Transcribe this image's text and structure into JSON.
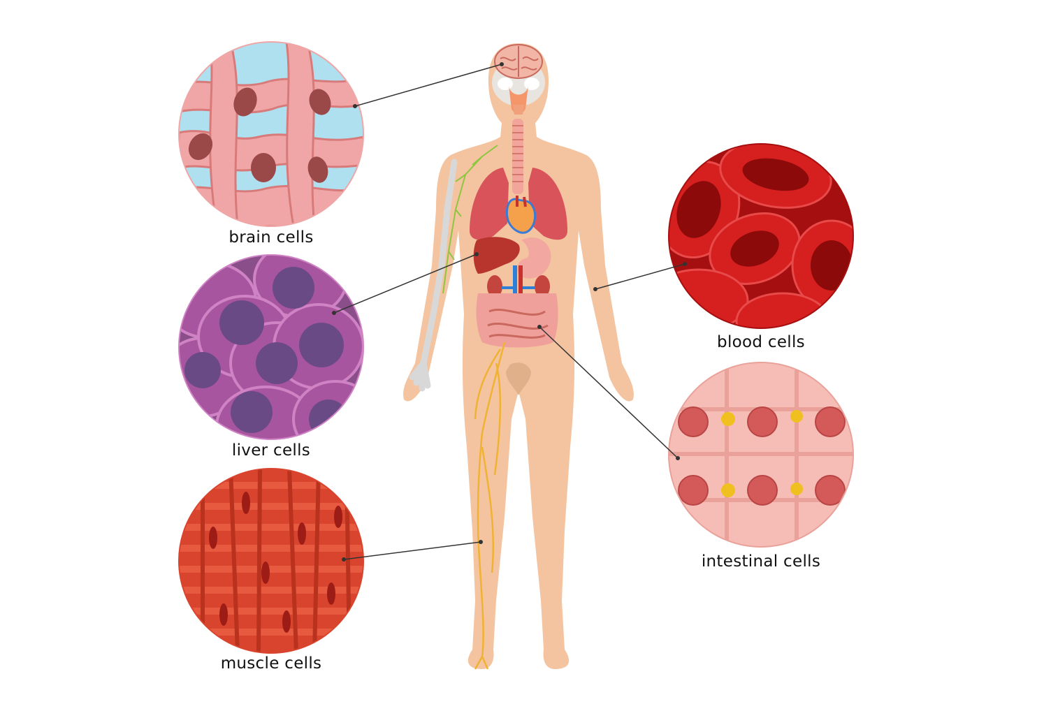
{
  "labels": {
    "brain": "brain cells",
    "liver": "liver cells",
    "muscle": "muscle cells",
    "blood": "blood cells",
    "intestinal": "intestinal cells"
  },
  "colors": {
    "skin": "#f4c4a0",
    "brain_bg": "#aee0f0",
    "brain_tissue": "#f0a6a6",
    "brain_nucleus": "#9a4848",
    "liver_cell": "#a8559f",
    "liver_nucleus": "#6a4a85",
    "muscle": "#d9442e",
    "blood_bg": "#a50f0f",
    "blood_cell": "#d61f1f",
    "intestine_bg": "#f6bdb6",
    "intestine_nucleus": "#d45a5a",
    "nerve": "#f0b232",
    "lung": "#d9535a",
    "liver_organ": "#b8352e",
    "kidney": "#c4443e",
    "vessel": "#2f7fd6"
  },
  "icons": [
    "brain-icon",
    "skull-icon",
    "lungs-icon",
    "heart-icon",
    "liver-icon",
    "stomach-icon",
    "kidney-icon",
    "intestine-icon",
    "bladder-icon",
    "nerve-icon",
    "skeleton-arm-icon",
    "lymph-icon"
  ]
}
